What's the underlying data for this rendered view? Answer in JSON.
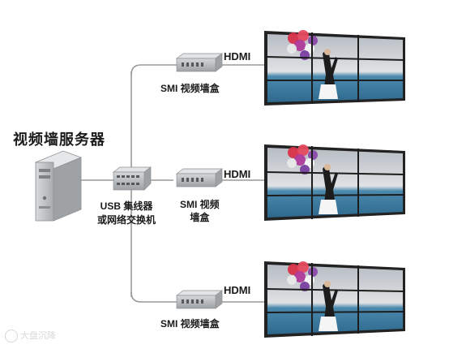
{
  "diagram": {
    "server_label": "视频墙服务器",
    "usb_label_line1": "USB 集线器",
    "usb_label_line2": "或网络交换机",
    "box1_label": "SMI 视频墙盒",
    "box2_label_line1": "SMI 视频",
    "box2_label_line2": "墙盒",
    "box3_label": "SMI 视频墙盒",
    "hdmi_label": "HDMI"
  },
  "watermark": {
    "text": "大盘沉降"
  },
  "icons": {
    "server": "server-tower-icon",
    "hub": "usb-hub-icon",
    "box": "smi-box-icon",
    "wall": "video-wall-icon",
    "watermark": "weibo-icon"
  },
  "colors": {
    "line": "#9a9a9a",
    "device": "#b9bcbf",
    "device_dark": "#7d8184",
    "screen_frame": "#2a2a2a",
    "sky": "#c8ccd2",
    "water": "#3f7ea3"
  }
}
